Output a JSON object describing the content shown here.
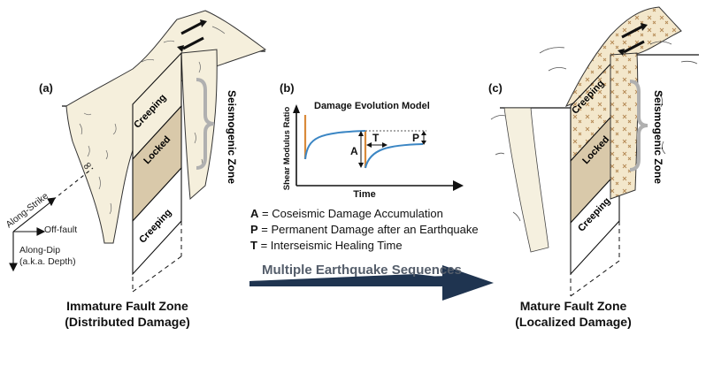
{
  "panels": {
    "a": "(a)",
    "b": "(b)",
    "c": "(c)"
  },
  "left_fault": {
    "creeping_top": "Creeping",
    "locked": "Locked",
    "creeping_bottom": "Creeping",
    "seismogenic": "Seismogenic Zone",
    "caption_line1": "Immature Fault Zone",
    "caption_line2": "(Distributed Damage)"
  },
  "right_fault": {
    "creeping_top": "Creeping",
    "locked": "Locked",
    "creeping_bottom": "Creeping",
    "seismogenic": "Seismogenic Zone",
    "caption_line1": "Mature Fault Zone",
    "caption_line2": "(Localized Damage)"
  },
  "axes_key": {
    "along_strike": "Along-Strike",
    "infinity": "∞",
    "off_fault": "Off-fault",
    "along_dip": "Along-Dip",
    "depth_note": "(a.k.a. Depth)"
  },
  "model": {
    "title": "Damage Evolution Model",
    "y_label": "Shear Modulus Ratio",
    "x_label": "Time",
    "mark_A": "A",
    "mark_T": "T",
    "mark_P": "P"
  },
  "legend": [
    {
      "key": "A",
      "text": " = Coseismic Damage Accumulation"
    },
    {
      "key": "P",
      "text": " = Permanent Damage after an Earthquake"
    },
    {
      "key": "T",
      "text": " = Interseismic Healing Time"
    }
  ],
  "transition_arrow": "Multiple Earthquake Sequences",
  "colors": {
    "fault_fill": "#f5efdc",
    "locked_fill": "#d9c9aa",
    "curve_blue": "#3b86c4",
    "drop_orange": "#d98a3a",
    "arrow_navy": "#1f3450",
    "brace_gray": "#b0b0b0"
  }
}
